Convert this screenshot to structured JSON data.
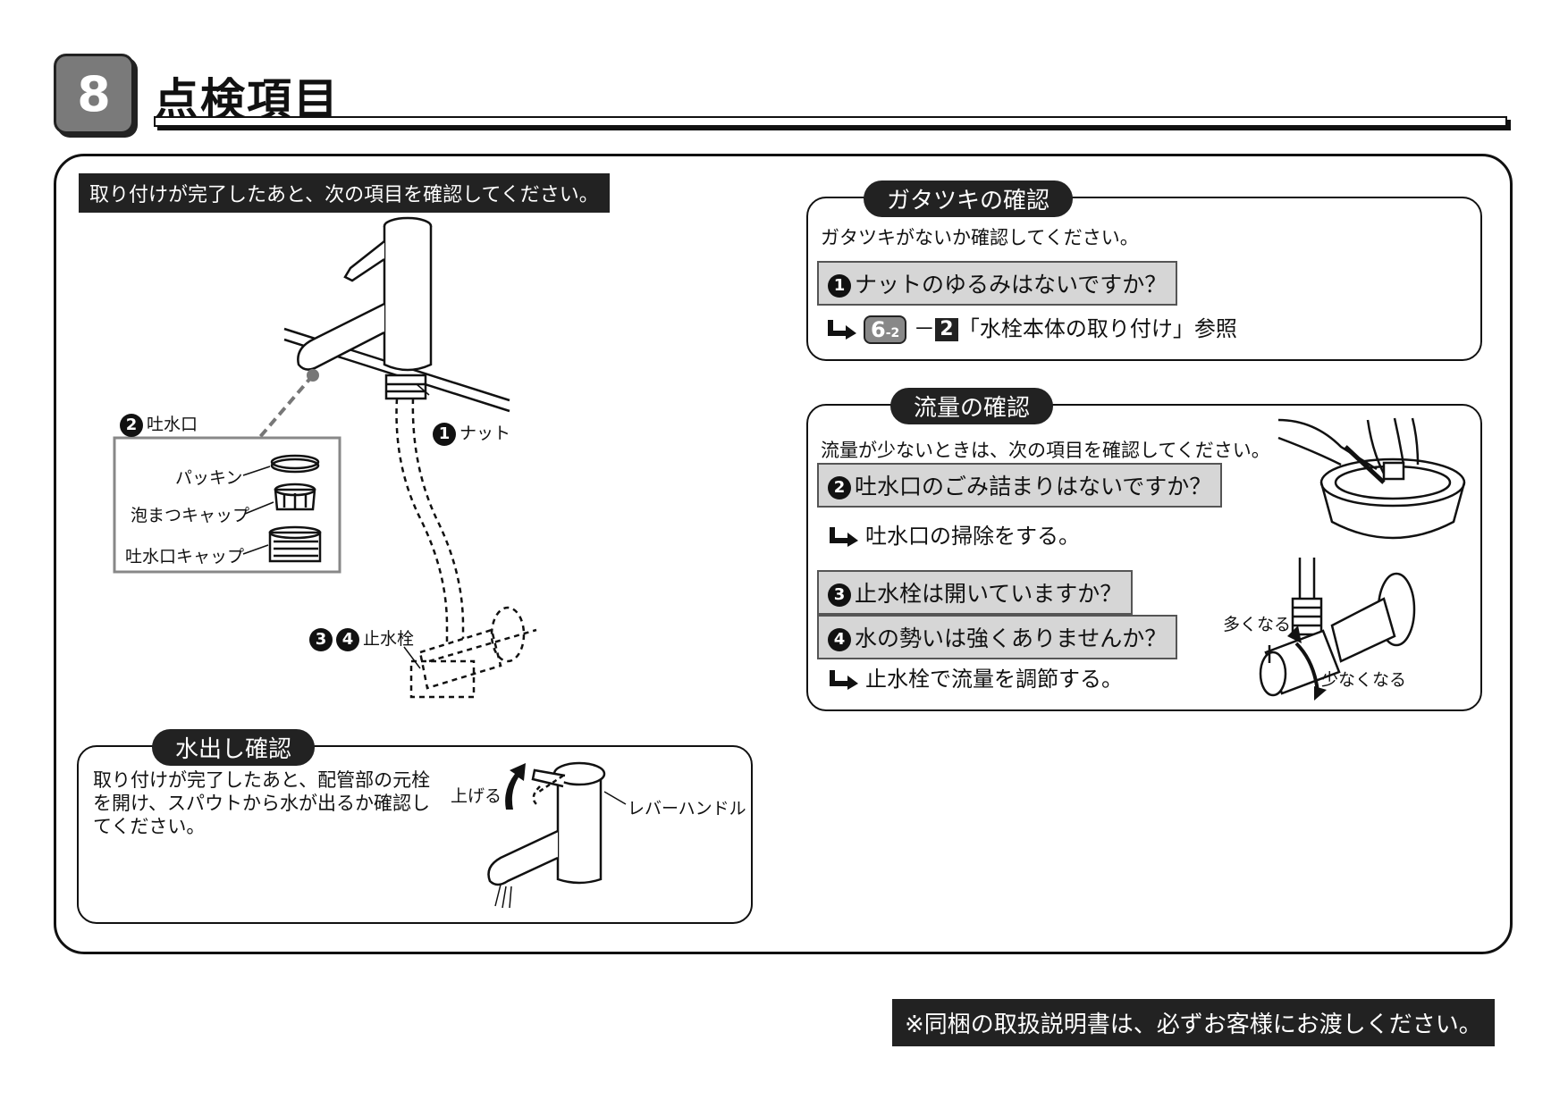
{
  "header": {
    "section_number": "8",
    "title": "点検項目"
  },
  "intro": "取り付けが完了したあと、次の項目を確認してください。",
  "faucet_diagram": {
    "label_spout": "吐水口",
    "label_spout_num": "2",
    "label_nut": "ナット",
    "label_nut_num": "1",
    "label_stop_valve": "止水栓",
    "label_stop_nums": [
      "3",
      "4"
    ],
    "parts": [
      "パッキン",
      "泡まつキャップ",
      "吐水口キャップ"
    ]
  },
  "water_check": {
    "title": "水出し確認",
    "body": [
      "取り付けが完了したあと、配管部の元栓",
      "を開け、スパウトから水が出るか確認し",
      "てください。"
    ],
    "label_raise": "上げる",
    "label_lever": "レバーハンドル"
  },
  "rattle_check": {
    "title": "ガタツキの確認",
    "desc": "ガタツキがないか確認してください。",
    "q1_num": "1",
    "q1": "ナットのゆるみはないですか？",
    "ref_badge": "6",
    "ref_badge_sub": "-2",
    "ref_dash": "－",
    "ref_square": "2",
    "ref_text": "「水栓本体の取り付け」参照"
  },
  "flow_check": {
    "title": "流量の確認",
    "desc": "流量が少ないときは、次の項目を確認してください。",
    "q2_num": "2",
    "q2": "吐水口のごみ詰まりはないですか？",
    "a2": "吐水口の掃除をする。",
    "q3_num": "3",
    "q3": "止水栓は開いていますか？",
    "q4_num": "4",
    "q4": "水の勢いは強くありませんか？",
    "a34": "止水栓で流量を調節する。",
    "label_more": "多くなる",
    "label_less": "少なくなる"
  },
  "footer": "※同梱の取扱説明書は、必ずお客様にお渡しください。"
}
